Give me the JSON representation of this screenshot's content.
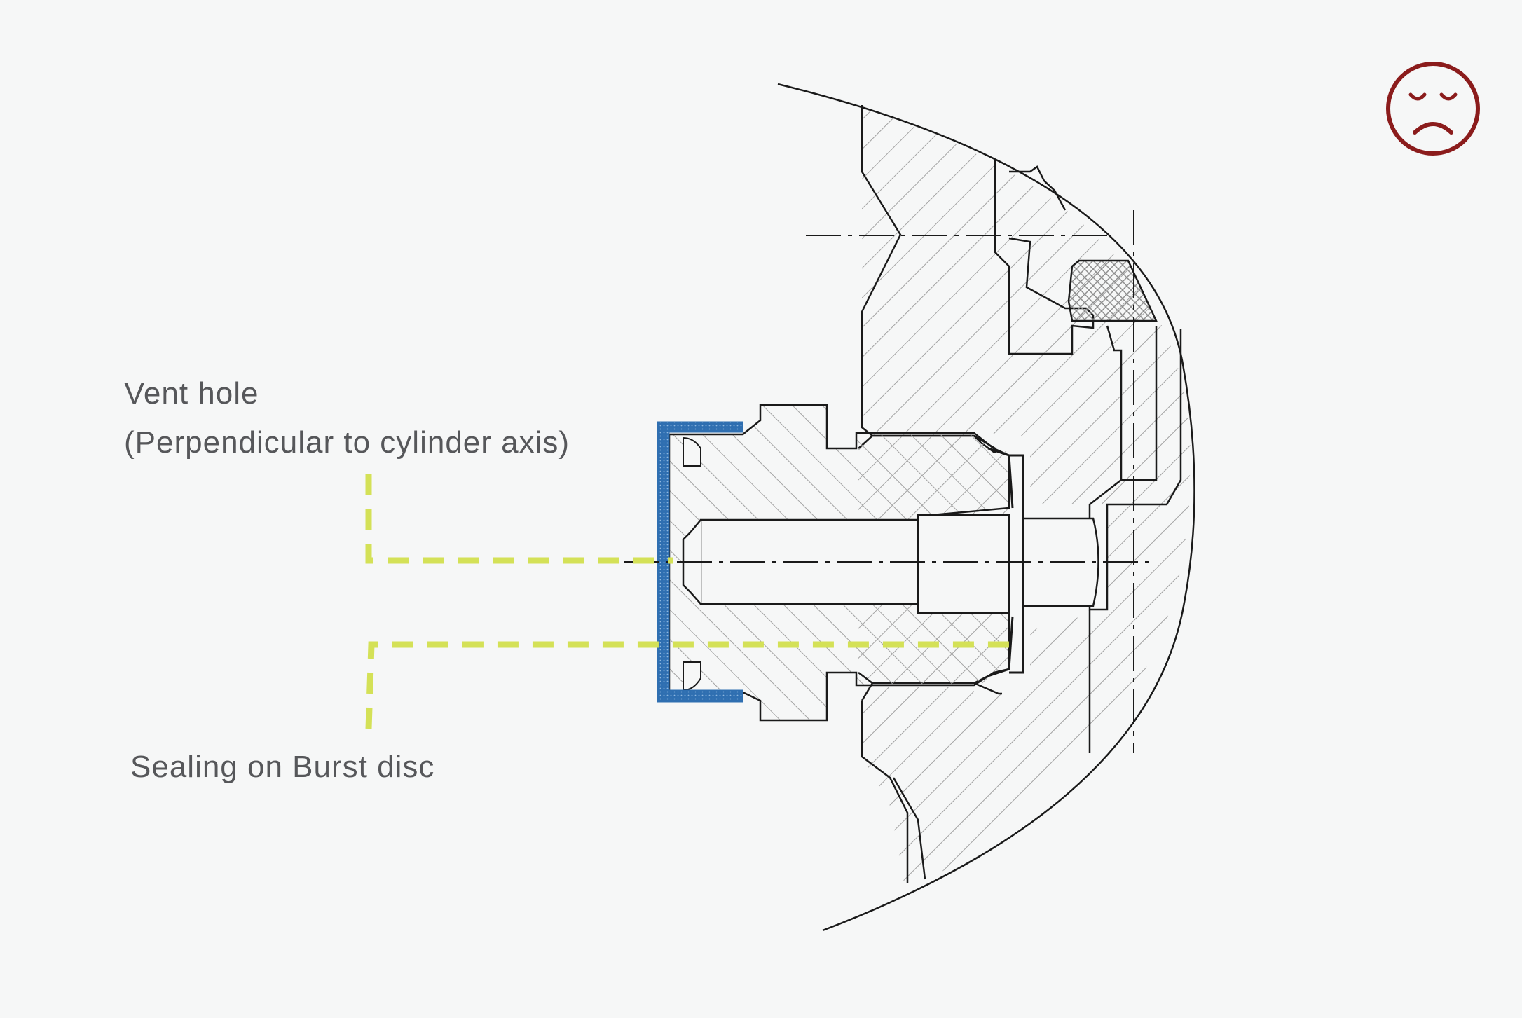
{
  "labels": {
    "vent_hole_line1": "Vent hole",
    "vent_hole_line2": "(Perpendicular to cylinder axis)",
    "sealing": "Sealing on Burst disc"
  },
  "icons": {
    "status": "sad-face-icon"
  },
  "colors": {
    "background": "#f6f7f7",
    "drawing_line": "#1a1a1a",
    "hatch": "#9a9a9a",
    "burst_disc": "#2f6fb1",
    "leader": "#d4e157",
    "sad_face": "#8b1c1c",
    "label_text": "#56575a"
  }
}
